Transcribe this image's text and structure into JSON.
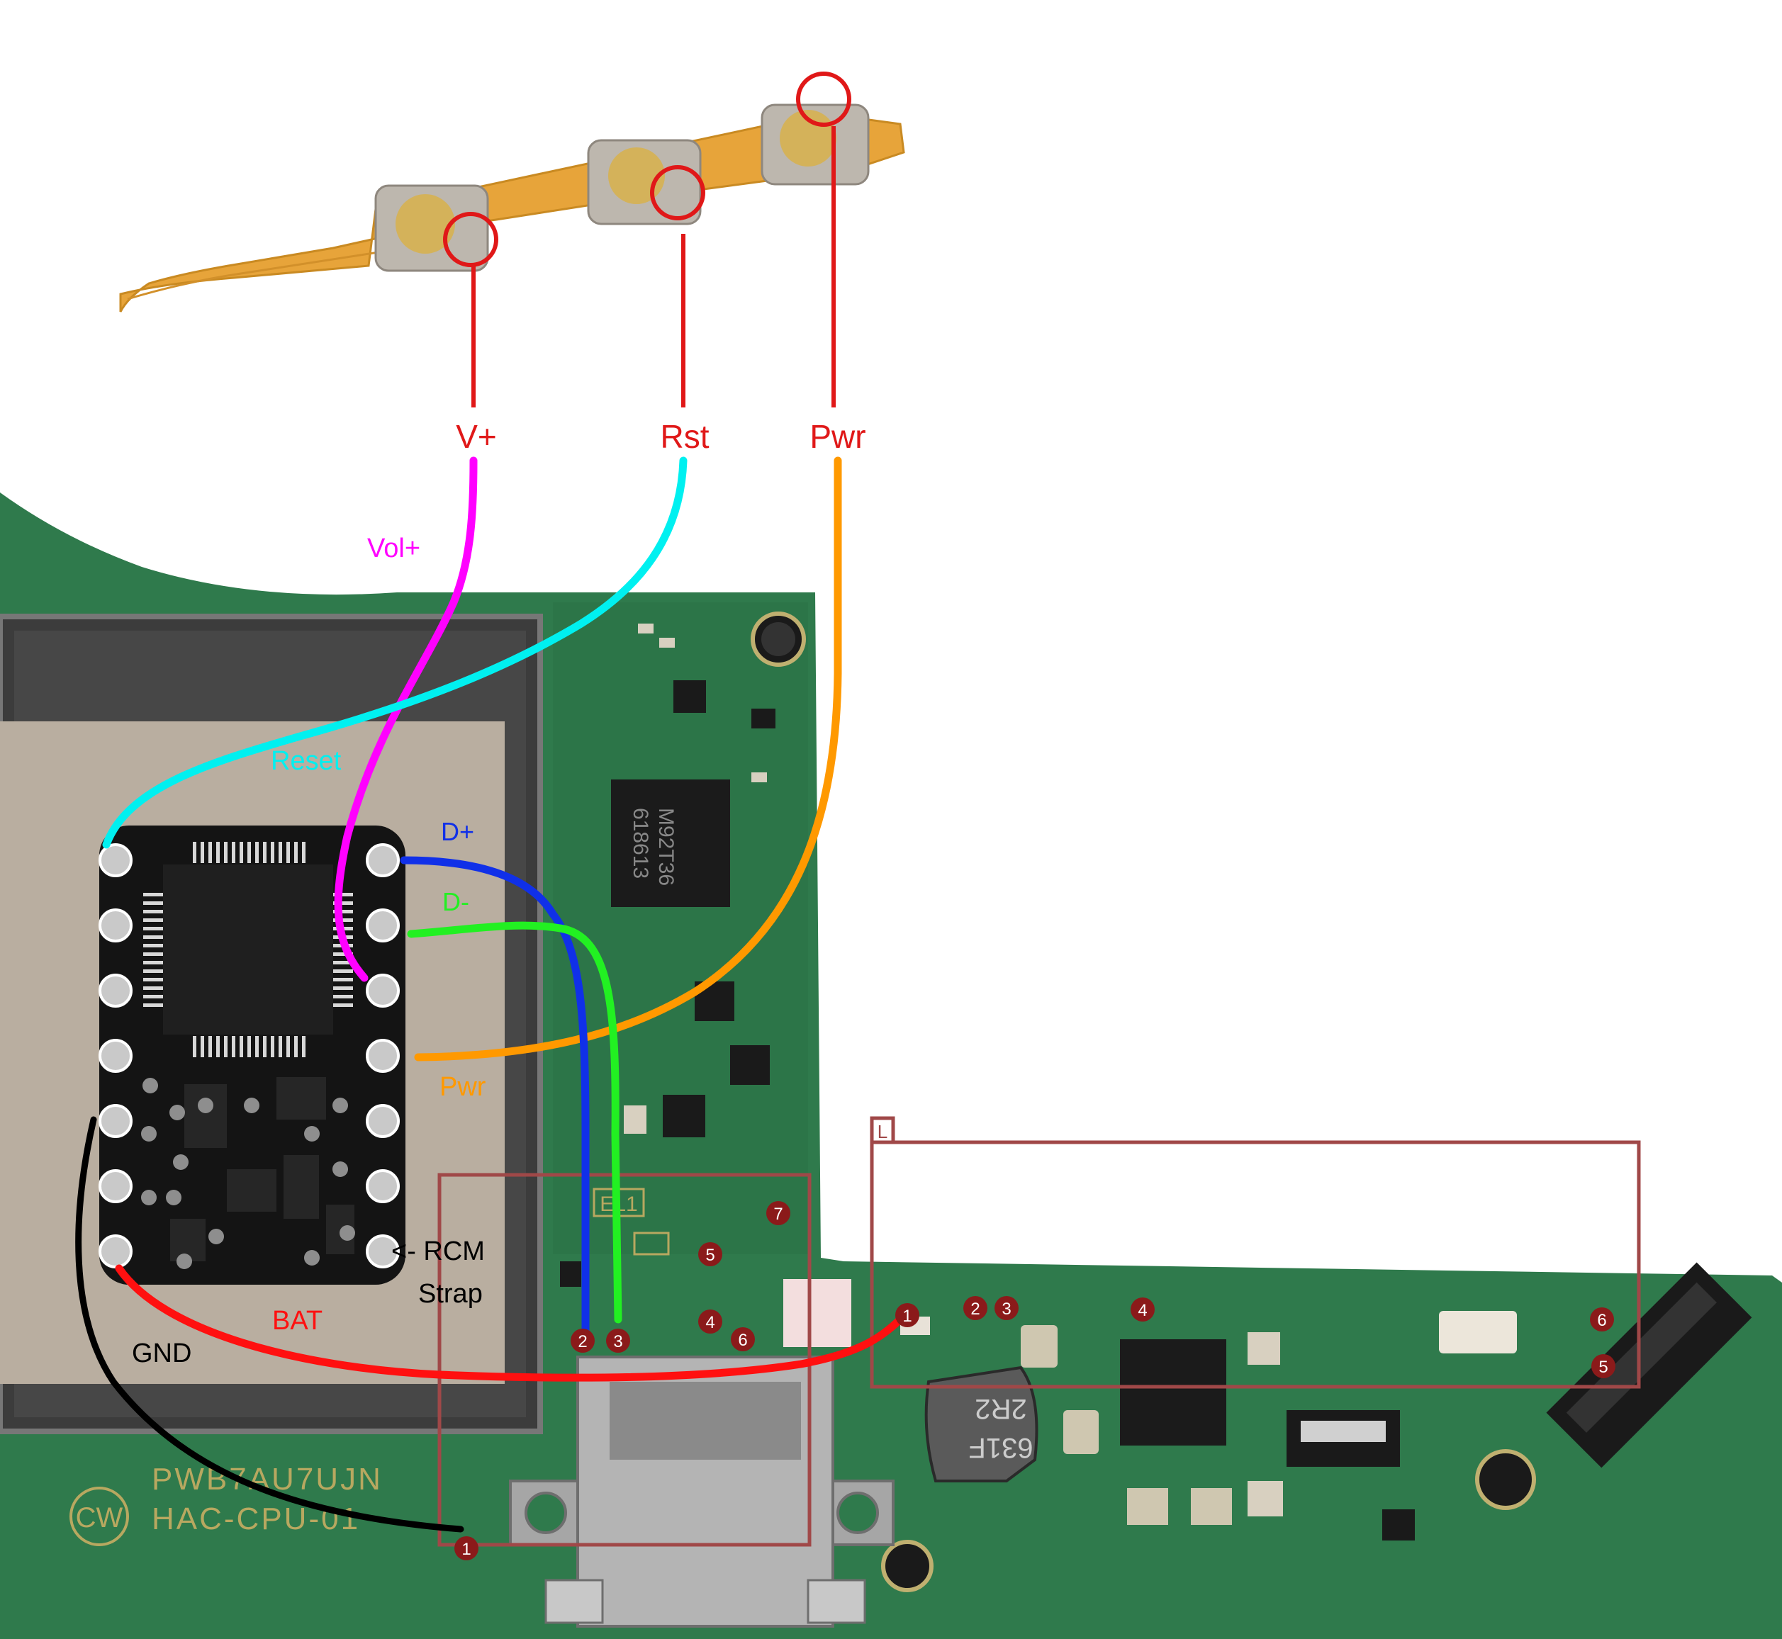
{
  "colors": {
    "background": "#ffffff",
    "flex_cable": "#e7a43a",
    "board_green": "#2f7a4c",
    "shield": "#3e3e3e",
    "sticker": "#b9aea0",
    "module": "#141414",
    "callout": "#e01818",
    "wire_vol": "#ff00ff",
    "wire_reset": "#00f0f0",
    "wire_pwr": "#ff9900",
    "wire_dplus": "#1030e8",
    "wire_dminus": "#22f022",
    "wire_bat": "#ff1010",
    "wire_gnd": "#000000",
    "highlight_box": "#a04848",
    "pad_marker": "#8b1a1a"
  },
  "button_labels": {
    "vplus": "V+",
    "rst": "Rst",
    "pwr": "Pwr"
  },
  "wire_labels": {
    "vol": "Vol+",
    "reset": "Reset",
    "dplus": "D+",
    "dminus": "D-",
    "pwr": "Pwr",
    "bat": "BAT",
    "gnd": "GND",
    "rcm_line1": "<- RCM",
    "rcm_line2": "Strap"
  },
  "board_text": {
    "chip_marking_1": "M92T36",
    "chip_marking_2": "618613",
    "inductor_1": "2R2",
    "inductor_2": "631F",
    "part_line_1": "PWB7AU7UJN",
    "part_line_2": "HAC-CPU-01",
    "cw_logo": "CW",
    "box_label": "L",
    "connector_label": "EL1"
  },
  "pad_markers": [
    "1",
    "2",
    "3",
    "4",
    "5",
    "6",
    "7",
    "2",
    "3",
    "4",
    "5",
    "6",
    "1"
  ]
}
